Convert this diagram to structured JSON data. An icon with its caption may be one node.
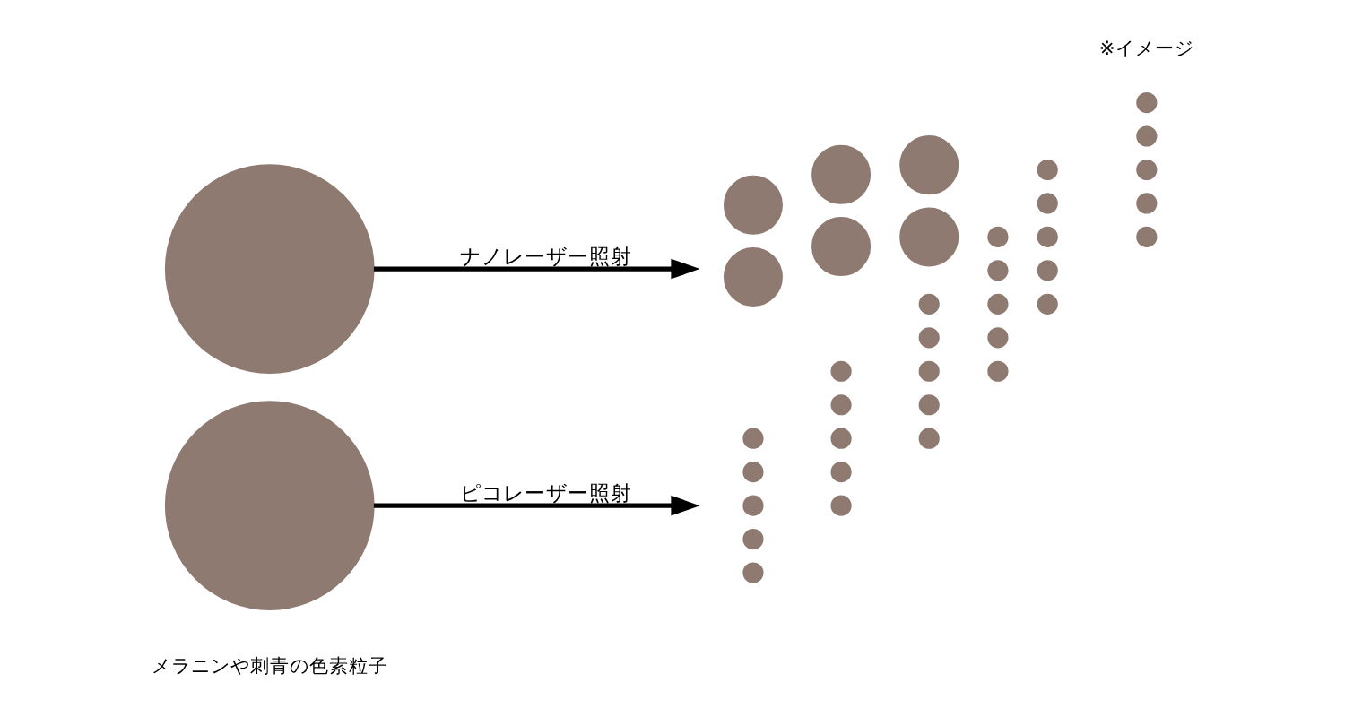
{
  "diagram": {
    "nodes": [
      {
        "text": [],
        "shape": "circle"
      },
      {
        "text": [],
        "shape": "circle"
      },
      {
        "text": [],
        "shape": "circle"
      },
      {
        "text": [],
        "shape": "circle"
      },
      {
        "text": [],
        "shape": "circle"
      },
      {
        "text": [],
        "shape": "circle"
      },
      {
        "text": [],
        "shape": "circle"
      },
      {
        "text": [],
        "shape": "circle"
      },
      {
        "text": [],
        "shape": "circle"
      },
      {
        "text": [],
        "shape": "circle"
      },
      {
        "text": [],
        "shape": "circle"
      },
      {
        "text": [],
        "shape": "circle"
      },
      {
        "text": [],
        "shape": "circle"
      },
      {
        "text": [],
        "shape": "circle"
      },
      {
        "text": [],
        "shape": "circle"
      },
      {
        "text": [],
        "shape": "circle"
      },
      {
        "text": [],
        "shape": "circle"
      },
      {
        "text": [],
        "shape": "circle"
      },
      {
        "text": [],
        "shape": "circle"
      },
      {
        "text": [],
        "shape": "circle"
      },
      {
        "text": [],
        "shape": "circle"
      },
      {
        "text": [],
        "shape": "circle"
      },
      {
        "text": [],
        "shape": "circle"
      },
      {
        "text": [],
        "shape": "circle"
      },
      {
        "text": [],
        "shape": "circle"
      },
      {
        "text": [],
        "shape": "circle"
      },
      {
        "text": [],
        "shape": "circle"
      },
      {
        "text": [],
        "shape": "circle"
      },
      {
        "text": [],
        "shape": "circle"
      },
      {
        "text": [],
        "shape": "circle"
      },
      {
        "text": [],
        "shape": "circle"
      },
      {
        "text": [],
        "shape": "circle"
      },
      {
        "text": [],
        "shape": "circle"
      },
      {
        "text": [],
        "shape": "circle"
      },
      {
        "text": [],
        "shape": "circle"
      },
      {
        "text": [],
        "shape": "circle"
      },
      {
        "text": [],
        "shape": "circle"
      },
      {
        "text": [],
        "shape": "circle"
      }
    ],
    "edges": [
      {
        "from": 0,
        "to": null,
        "arrow": "to",
        "label": "ナノレーザー照射"
      },
      {
        "from": 7,
        "to": null,
        "arrow": "to",
        "label": "ピコレーザー照射"
      }
    ],
    "labels": [
      "メラニンや刺青の色素粒子",
      "※イメージ"
    ]
  }
}
